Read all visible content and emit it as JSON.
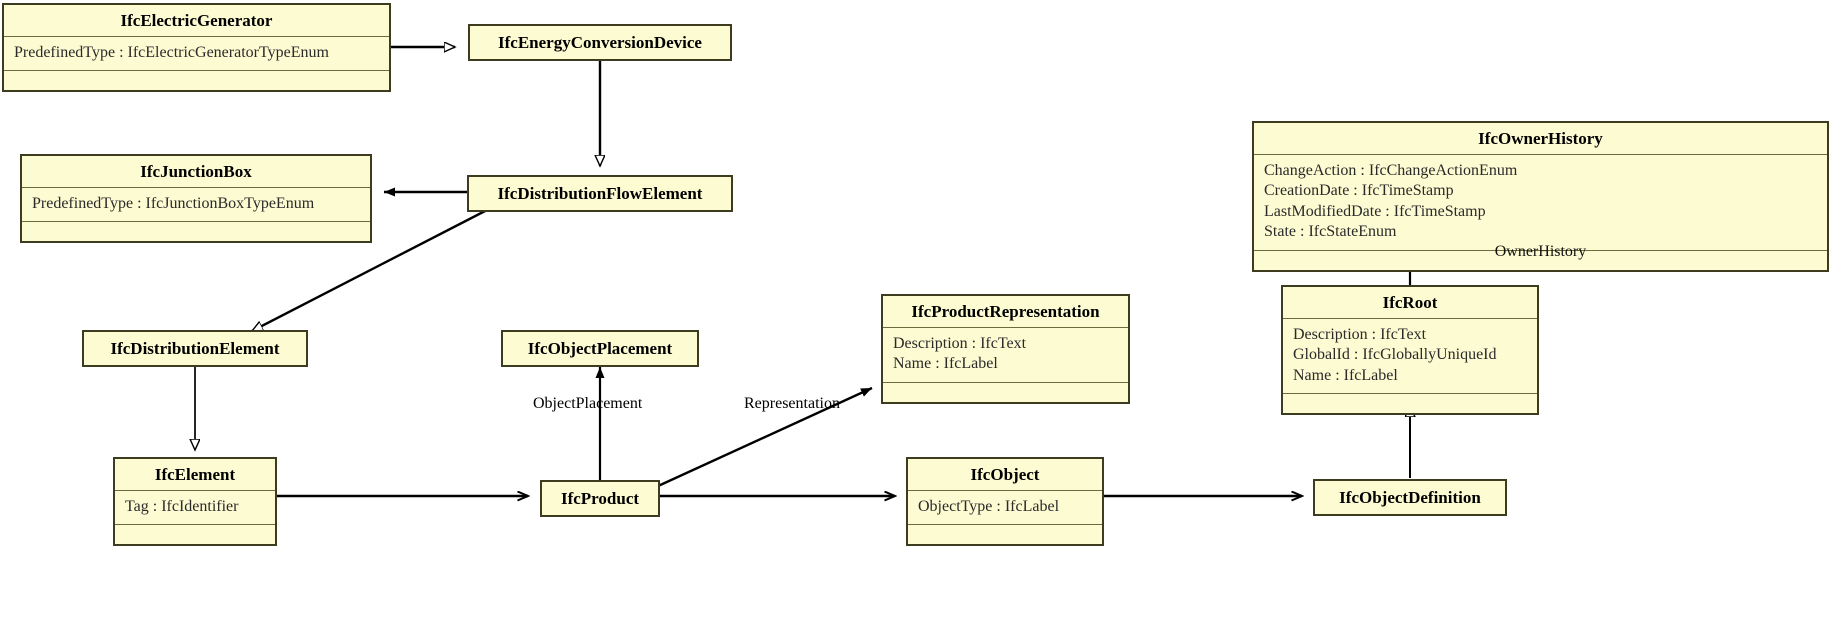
{
  "diagram": {
    "title": "IFC UML Class Diagram",
    "type": "uml-class-diagram",
    "colors": {
      "class_fill": "#fdfbd2",
      "class_border": "#3d3b20",
      "compartment_rule": "#6e6a3c",
      "edge": "#000000",
      "background": "#ffffff"
    }
  },
  "classes": [
    {
      "id": "IfcElectricGenerator",
      "name": "IfcElectricGenerator",
      "attributes": [
        "PredefinedType : IfcElectricGeneratorTypeEnum"
      ],
      "has_empty_compartment": true
    },
    {
      "id": "IfcEnergyConversionDevice",
      "name": "IfcEnergyConversionDevice",
      "attributes": [],
      "has_empty_compartment": false
    },
    {
      "id": "IfcJunctionBox",
      "name": "IfcJunctionBox",
      "attributes": [
        "PredefinedType : IfcJunctionBoxTypeEnum"
      ],
      "has_empty_compartment": true
    },
    {
      "id": "IfcDistributionFlowElement",
      "name": "IfcDistributionFlowElement",
      "attributes": [],
      "has_empty_compartment": false
    },
    {
      "id": "IfcOwnerHistory",
      "name": "IfcOwnerHistory",
      "attributes": [
        "ChangeAction : IfcChangeActionEnum",
        "CreationDate : IfcTimeStamp",
        "LastModifiedDate : IfcTimeStamp",
        "State : IfcStateEnum"
      ],
      "has_empty_compartment": true
    },
    {
      "id": "IfcDistributionElement",
      "name": "IfcDistributionElement",
      "attributes": [],
      "has_empty_compartment": false
    },
    {
      "id": "IfcObjectPlacement",
      "name": "IfcObjectPlacement",
      "attributes": [],
      "has_empty_compartment": false
    },
    {
      "id": "IfcProductRepresentation",
      "name": "IfcProductRepresentation",
      "attributes": [
        "Description : IfcText",
        "Name : IfcLabel"
      ],
      "has_empty_compartment": true
    },
    {
      "id": "IfcRoot",
      "name": "IfcRoot",
      "attributes": [
        "Description : IfcText",
        "GlobalId : IfcGloballyUniqueId",
        "Name : IfcLabel"
      ],
      "has_empty_compartment": true
    },
    {
      "id": "IfcElement",
      "name": "IfcElement",
      "attributes": [
        "Tag : IfcIdentifier"
      ],
      "has_empty_compartment": true
    },
    {
      "id": "IfcProduct",
      "name": "IfcProduct",
      "attributes": [],
      "has_empty_compartment": false
    },
    {
      "id": "IfcObject",
      "name": "IfcObject",
      "attributes": [
        "ObjectType : IfcLabel"
      ],
      "has_empty_compartment": true
    },
    {
      "id": "IfcObjectDefinition",
      "name": "IfcObjectDefinition",
      "attributes": [],
      "has_empty_compartment": false
    }
  ],
  "edge_labels": [
    {
      "id": "ObjectPlacement",
      "text": "ObjectPlacement"
    },
    {
      "id": "Representation",
      "text": "Representation"
    },
    {
      "id": "OwnerHistory",
      "text": "OwnerHistory"
    }
  ],
  "relationships": [
    {
      "from": "IfcElectricGenerator",
      "to": "IfcEnergyConversionDevice",
      "kind": "generalization"
    },
    {
      "from": "IfcEnergyConversionDevice",
      "to": "IfcDistributionFlowElement",
      "kind": "generalization"
    },
    {
      "from": "IfcDistributionFlowElement",
      "to": "IfcJunctionBox",
      "kind": "association"
    },
    {
      "from": "IfcDistributionFlowElement",
      "to": "IfcDistributionElement",
      "kind": "generalization"
    },
    {
      "from": "IfcDistributionElement",
      "to": "IfcElement",
      "kind": "generalization"
    },
    {
      "from": "IfcElement",
      "to": "IfcProduct",
      "kind": "generalization"
    },
    {
      "from": "IfcProduct",
      "to": "IfcObjectPlacement",
      "kind": "association",
      "label": "ObjectPlacement"
    },
    {
      "from": "IfcProduct",
      "to": "IfcProductRepresentation",
      "kind": "association",
      "label": "Representation"
    },
    {
      "from": "IfcProduct",
      "to": "IfcObject",
      "kind": "generalization"
    },
    {
      "from": "IfcObject",
      "to": "IfcObjectDefinition",
      "kind": "generalization"
    },
    {
      "from": "IfcObjectDefinition",
      "to": "IfcRoot",
      "kind": "generalization"
    },
    {
      "from": "IfcRoot",
      "to": "IfcOwnerHistory",
      "kind": "association",
      "label": "OwnerHistory"
    }
  ]
}
